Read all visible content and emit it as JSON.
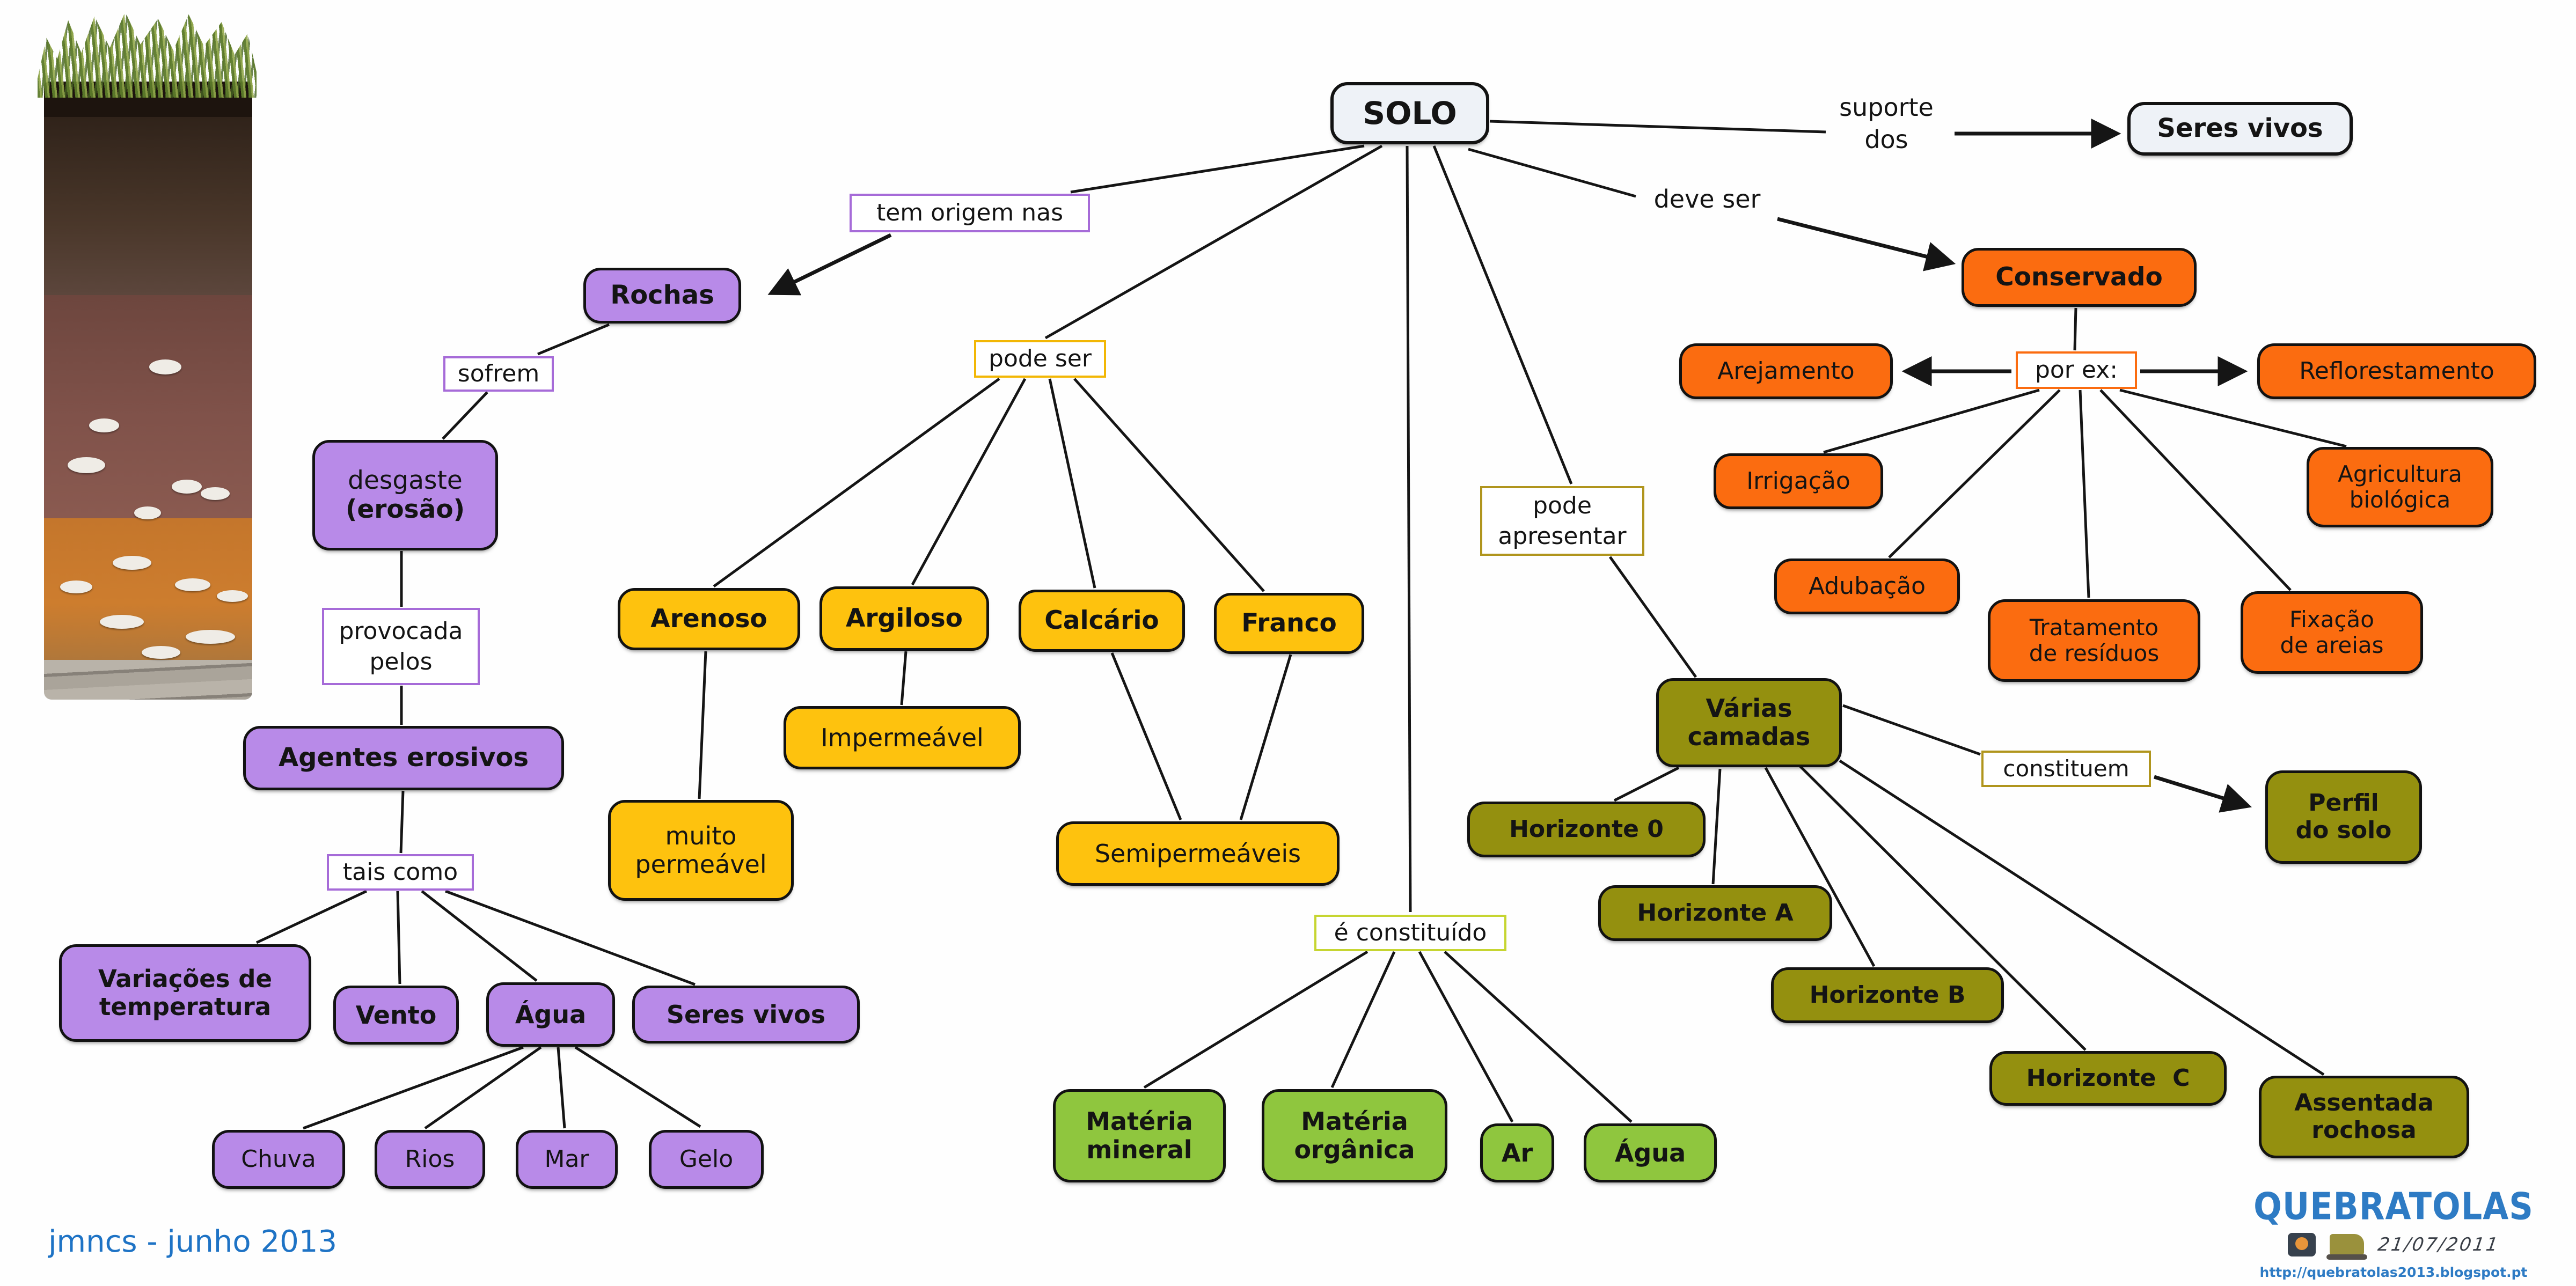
{
  "nodes": {
    "solo": {
      "label": "SOLO"
    },
    "seres_vivos_suporte": {
      "label": "Seres vivos"
    },
    "rochas": {
      "label": "Rochas"
    },
    "desgaste": {
      "line1": "desgaste",
      "line2": "(erosão)"
    },
    "agentes_erosivos": {
      "label": "Agentes erosivos"
    },
    "variacoes_temperatura": {
      "label": "Variações de\ntemperatura"
    },
    "vento": {
      "label": "Vento"
    },
    "agua_agente": {
      "label": "Água"
    },
    "seres_vivos_agente": {
      "label": "Seres vivos"
    },
    "chuva": {
      "label": "Chuva"
    },
    "rios": {
      "label": "Rios"
    },
    "mar": {
      "label": "Mar"
    },
    "gelo": {
      "label": "Gelo"
    },
    "arenoso": {
      "label": "Arenoso"
    },
    "argiloso": {
      "label": "Argiloso"
    },
    "calcario": {
      "label": "Calcário"
    },
    "franco": {
      "label": "Franco"
    },
    "muito_permeavel": {
      "label": "muito\npermeável"
    },
    "impermeavel": {
      "label": "Impermeável"
    },
    "semipermeaveis": {
      "label": "Semipermeáveis"
    },
    "materia_mineral": {
      "label": "Matéria\nmineral"
    },
    "materia_organica": {
      "label": "Matéria\norgânica"
    },
    "ar": {
      "label": "Ar"
    },
    "agua_constituinte": {
      "label": "Água"
    },
    "varias_camadas": {
      "label": "Várias\ncamadas"
    },
    "horizonte_0": {
      "label": "Horizonte 0"
    },
    "horizonte_a": {
      "label": "Horizonte A"
    },
    "horizonte_b": {
      "label": "Horizonte B"
    },
    "horizonte_c": {
      "label": "Horizonte  C"
    },
    "assentada_rochosa": {
      "label": "Assentada\nrochosa"
    },
    "perfil_do_solo": {
      "label": "Perfil\ndo solo"
    },
    "conservado": {
      "label": "Conservado"
    },
    "arejamento": {
      "label": "Arejamento"
    },
    "reflorestamento": {
      "label": "Reflorestamento"
    },
    "irrigacao": {
      "label": "Irrigação"
    },
    "agricultura_biologica": {
      "label": "Agricultura\nbiológica"
    },
    "adubacao": {
      "label": "Adubação"
    },
    "tratamento_residuos": {
      "label": "Tratamento\nde resíduos"
    },
    "fixacao_areias": {
      "label": "Fixação\nde areias"
    }
  },
  "connector_labels": {
    "suporte_dos": "suporte\ndos",
    "deve_ser": "deve ser",
    "tem_origem_nas": "tem origem nas",
    "sofrem": "sofrem",
    "provocada_pelos": "provocada\npelos",
    "tais_como": "tais como",
    "pode_ser": "pode ser",
    "e_constituido": "é constituído",
    "pode_apresentar": "pode\napresentar",
    "constituem": "constituem",
    "por_ex": "por ex:"
  },
  "footer": {
    "credit": "jmncs - junho 2013"
  },
  "logo": {
    "title": "QUEBRATOLAS",
    "date_scribble": "21/07/2011",
    "url": "http://quebratolas2013.blogspot.pt"
  },
  "colors": {
    "purple": "#b88ae8",
    "yellow": "#fec20e",
    "orange": "#fb6c10",
    "olive": "#94900f",
    "green": "#8fc63e",
    "root_fill": "#eef2f7",
    "line": "#151515",
    "label_border_purple": "#a66bd8",
    "label_border_gold": "#f2b705",
    "label_border_yellowgreen": "#c6d531",
    "label_border_tan": "#b0951d",
    "credit_blue": "#1e73c5",
    "logo_blue": "#2e7bc4"
  }
}
